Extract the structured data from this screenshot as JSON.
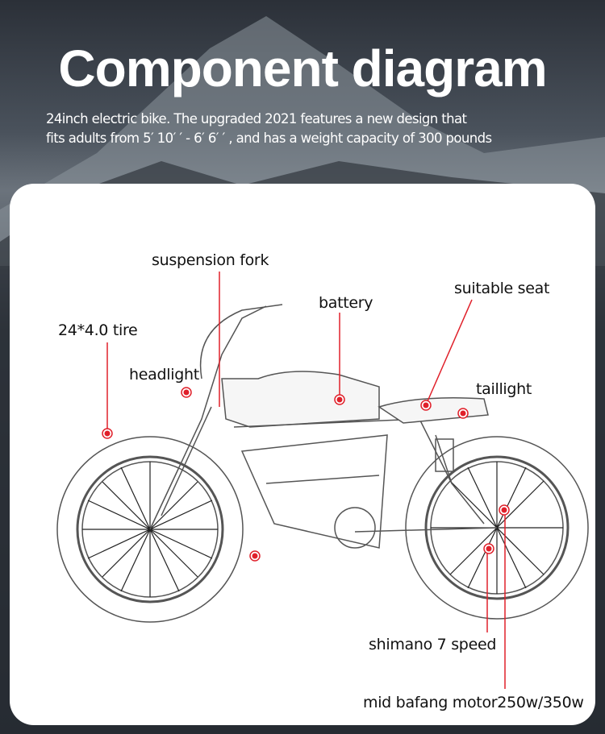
{
  "header": {
    "title": "Component diagram",
    "subtitle_line1": "24inch electric bike. The upgraded 2021 features a new design that",
    "subtitle_line2": "fits adults from 5′ 10′ ′ - 6′ 6′ ′ , and has a weight capacity of 300 pounds"
  },
  "labels": {
    "suspension_fork": "suspension fork",
    "battery": "battery",
    "suitable_seat": "suitable seat",
    "tire": "24*4.0 tire",
    "headlight": "headlight",
    "taillight": "taillight",
    "shimano": "shimano 7 speed",
    "motor": "mid bafang motor250w/350w"
  },
  "colors": {
    "accent": "#e0202a",
    "card": "#ffffff"
  }
}
